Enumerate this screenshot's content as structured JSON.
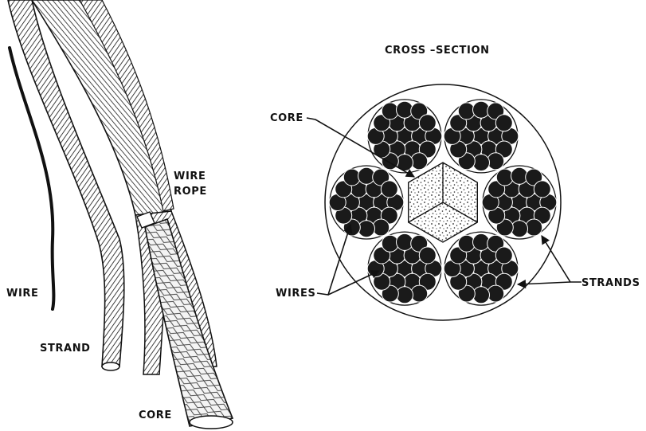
{
  "rope_illustration": {
    "labels": {
      "wire": "WIRE",
      "strand": "STRAND",
      "wire_rope_line1": "WIRE",
      "wire_rope_line2": "ROPE",
      "core": "CORE"
    }
  },
  "cross_section": {
    "title": "CROSS –SECTION",
    "labels": {
      "core": "CORE",
      "wires": "WIRES",
      "strands": "STRANDS"
    }
  },
  "colors": {
    "ink": "#111111",
    "paper": "#ffffff",
    "wire_fill": "#1a1a1a"
  }
}
